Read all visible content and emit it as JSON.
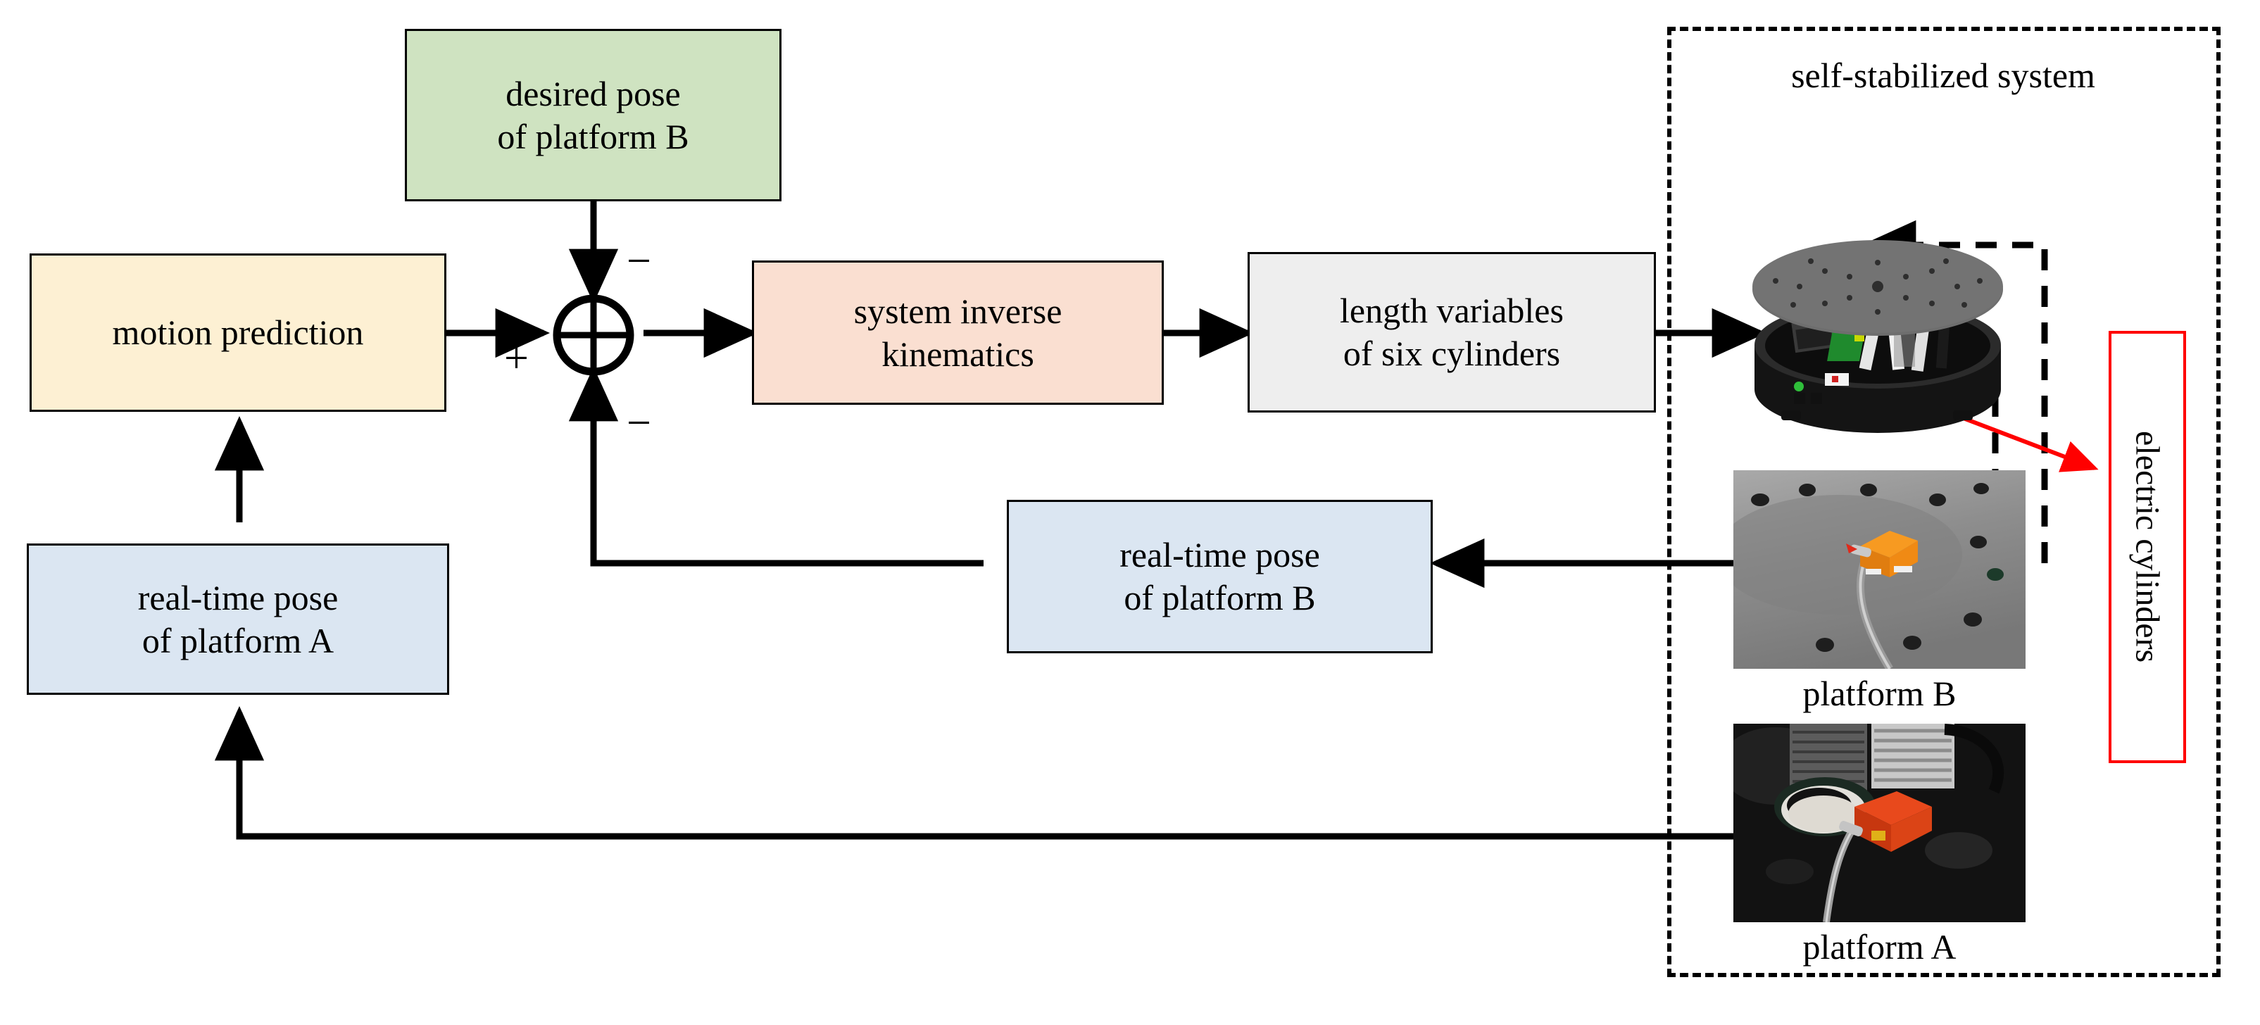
{
  "diagram": {
    "title_semantic": "self-stabilization control block diagram",
    "blocks": {
      "desired_pose_b": "desired pose\nof platform B",
      "motion_prediction": "motion prediction",
      "system_inverse_kinematics": "system inverse\nkinematics",
      "length_variables": "length variables\nof six cylinders",
      "realtime_pose_b": "real-time pose\nof platform B",
      "realtime_pose_a": "real-time pose\nof platform A"
    },
    "signs": {
      "plus": "+",
      "minus_top": "−",
      "minus_bottom": "−"
    },
    "labels": {
      "self_stabilized_system": "self-stabilized system",
      "platform_b": "platform B",
      "platform_a": "platform A",
      "electric_cylinders": "electric cylinders"
    },
    "colors": {
      "green_fill": "#cfe3c1",
      "cream_fill": "#fdf0d3",
      "peach_fill": "#fadfd1",
      "gray_fill": "#eeeeee",
      "blue_fill": "#dbe6f2",
      "line": "#000000",
      "accent_red": "#ff0000"
    },
    "icons": {
      "summing_junction": "summing-junction-icon",
      "arrow": "arrow-head-icon",
      "stewart_platform": "stewart-platform-image",
      "imu_sensor_b": "imu-sensor-photo-b",
      "imu_sensor_a": "imu-sensor-photo-a"
    }
  }
}
